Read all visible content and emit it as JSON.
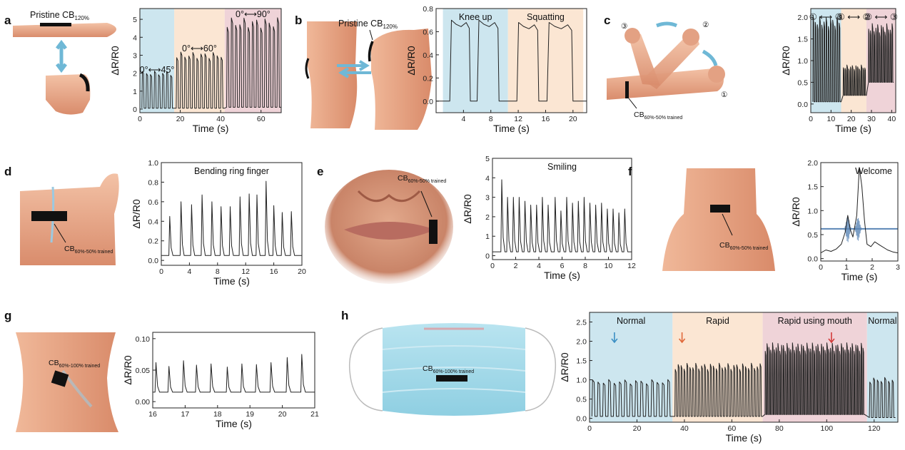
{
  "figure": {
    "panels": [
      {
        "letter": "a",
        "sensor_label": "Pristine CB",
        "sensor_sub": "120%"
      },
      {
        "letter": "b",
        "sensor_label": "Pristine CB",
        "sensor_sub": "120%"
      },
      {
        "letter": "c",
        "sensor_label": "CB",
        "sensor_sub": "60%-50% trained",
        "positions": [
          "③",
          "②",
          "①"
        ]
      },
      {
        "letter": "d",
        "sensor_label": "CB",
        "sensor_sub": "60%-50% trained"
      },
      {
        "letter": "e",
        "sensor_label": "CB",
        "sensor_sub": "60%-50% trained"
      },
      {
        "letter": "f",
        "sensor_label": "CB",
        "sensor_sub": "60%-50% trained"
      },
      {
        "letter": "g",
        "sensor_label": "CB",
        "sensor_sub": "60%-100% trained"
      },
      {
        "letter": "h",
        "sensor_label": "CB",
        "sensor_sub": "60%-100% trained"
      }
    ],
    "colors": {
      "blue": "#cde6ef",
      "orange": "#fbe6d3",
      "pink": "#efd3d8",
      "line": "#222222",
      "wave": "#5b86b5",
      "skin": "#e8a88a",
      "mask": "#a9dcea",
      "arrow_blue": "#3b8fc4",
      "arrow_orange": "#e0683a",
      "arrow_red": "#d33a3a"
    }
  },
  "chart_data": [
    {
      "id": "a",
      "type": "line",
      "xlabel": "Time (s)",
      "ylabel": "ΔR/R0",
      "xlim": [
        0,
        70
      ],
      "ylim": [
        -0.2,
        5.6
      ],
      "xticks": [
        0,
        20,
        40,
        60
      ],
      "yticks": [
        0,
        1,
        2,
        3,
        4,
        5
      ],
      "regions": [
        {
          "x0": 0,
          "x1": 17,
          "color": "blue",
          "label": "0°⟷45°"
        },
        {
          "x0": 17,
          "x1": 42,
          "color": "orange",
          "label": "0°⟷60°"
        },
        {
          "x0": 42,
          "x1": 70,
          "color": "pink",
          "label": "0°⟷90°"
        }
      ],
      "signal": {
        "kind": "pulses",
        "segments": [
          {
            "x0": 1,
            "x1": 17,
            "n": 8,
            "peak": 2.0,
            "base": 0.05
          },
          {
            "x0": 18,
            "x1": 42,
            "n": 12,
            "peak": 3.0,
            "base": 0.05
          },
          {
            "x0": 43,
            "x1": 70,
            "n": 13,
            "peak": 4.8,
            "base": 0.1
          }
        ]
      }
    },
    {
      "id": "b",
      "type": "line",
      "xlabel": "Time (s)",
      "ylabel": "ΔR/R0",
      "xlim": [
        0,
        22
      ],
      "ylim": [
        -0.1,
        0.8
      ],
      "xticks": [
        4,
        8,
        12,
        16,
        20
      ],
      "yticks": [
        0.0,
        0.2,
        0.4,
        0.6,
        0.8
      ],
      "regions": [
        {
          "x0": 1,
          "x1": 10.5,
          "color": "blue",
          "label": "Knee up"
        },
        {
          "x0": 10.5,
          "x1": 21.5,
          "color": "orange",
          "label": "Squatting"
        }
      ],
      "signal": {
        "kind": "plateaus",
        "base": 0.0,
        "events": [
          {
            "x0": 2,
            "x1": 5,
            "peak": 0.7
          },
          {
            "x0": 6,
            "x1": 9.2,
            "peak": 0.7
          },
          {
            "x0": 11.8,
            "x1": 15,
            "peak": 0.68
          },
          {
            "x0": 16.2,
            "x1": 20,
            "peak": 0.68
          }
        ]
      }
    },
    {
      "id": "c",
      "type": "line",
      "xlabel": "Time (s)",
      "ylabel": "ΔR/R0",
      "xlim": [
        0,
        42
      ],
      "ylim": [
        -0.2,
        2.2
      ],
      "xticks": [
        0,
        10,
        20,
        30,
        40
      ],
      "yticks": [
        0.0,
        0.5,
        1.0,
        1.5,
        2.0
      ],
      "regions": [
        {
          "x0": 0,
          "x1": 15,
          "color": "blue",
          "label": "① ⟷ ③"
        },
        {
          "x0": 15,
          "x1": 27.5,
          "color": "orange",
          "label": "① ⟷ ②"
        },
        {
          "x0": 27.5,
          "x1": 42,
          "color": "pink",
          "label": "② ⟷ ③"
        }
      ],
      "signal": {
        "kind": "pulses",
        "segments": [
          {
            "x0": 1,
            "x1": 15,
            "n": 13,
            "peak": 1.9,
            "base": 0.05
          },
          {
            "x0": 16,
            "x1": 27.5,
            "n": 13,
            "peak": 0.85,
            "base": 0.2
          },
          {
            "x0": 28.5,
            "x1": 41,
            "n": 14,
            "peak": 1.75,
            "base": 0.5
          }
        ]
      }
    },
    {
      "id": "d",
      "type": "line",
      "title": "Bending ring finger",
      "xlabel": "Time (s)",
      "ylabel": "ΔR/R0",
      "xlim": [
        0,
        20
      ],
      "ylim": [
        -0.05,
        1.0
      ],
      "xticks": [
        0,
        4,
        8,
        12,
        16,
        20
      ],
      "yticks": [
        0.0,
        0.2,
        0.4,
        0.6,
        0.8,
        1.0
      ],
      "signal": {
        "kind": "peaks",
        "base": 0.05,
        "peaks": [
          [
            1.2,
            0.45
          ],
          [
            2.8,
            0.6
          ],
          [
            4.3,
            0.57
          ],
          [
            5.8,
            0.67
          ],
          [
            7.2,
            0.6
          ],
          [
            8.5,
            0.55
          ],
          [
            9.8,
            0.55
          ],
          [
            11.2,
            0.65
          ],
          [
            12.5,
            0.68
          ],
          [
            13.6,
            0.67
          ],
          [
            14.9,
            0.81
          ],
          [
            16.0,
            0.56
          ],
          [
            17.2,
            0.49
          ],
          [
            18.5,
            0.5
          ]
        ]
      }
    },
    {
      "id": "e",
      "type": "line",
      "title": "Smiling",
      "xlabel": "Time (s)",
      "ylabel": "ΔR/R0",
      "xlim": [
        0,
        12
      ],
      "ylim": [
        -0.2,
        5
      ],
      "xticks": [
        0,
        2,
        4,
        6,
        8,
        10,
        12
      ],
      "yticks": [
        0,
        1,
        2,
        3,
        4,
        5
      ],
      "signal": {
        "kind": "peaks",
        "base": 0.2,
        "peaks": [
          [
            0.8,
            3.9
          ],
          [
            1.3,
            3.0
          ],
          [
            1.8,
            3.0
          ],
          [
            2.3,
            3.0
          ],
          [
            2.8,
            2.8
          ],
          [
            3.3,
            2.6
          ],
          [
            3.8,
            2.6
          ],
          [
            4.3,
            3.0
          ],
          [
            4.8,
            2.6
          ],
          [
            5.4,
            3.0
          ],
          [
            5.9,
            2.3
          ],
          [
            6.4,
            3.0
          ],
          [
            6.9,
            2.7
          ],
          [
            7.4,
            2.8
          ],
          [
            7.9,
            3.0
          ],
          [
            8.4,
            2.7
          ],
          [
            8.9,
            2.6
          ],
          [
            9.4,
            2.7
          ],
          [
            9.9,
            2.4
          ],
          [
            10.4,
            2.4
          ],
          [
            10.9,
            2.2
          ],
          [
            11.4,
            2.4
          ]
        ]
      }
    },
    {
      "id": "f",
      "type": "line",
      "title": "Welcome",
      "xlabel": "Time (s)",
      "ylabel": "ΔR/R0",
      "xlim": [
        0,
        3
      ],
      "ylim": [
        -0.05,
        2.0
      ],
      "xticks": [
        0,
        1,
        2,
        3
      ],
      "yticks": [
        0.0,
        0.5,
        1.0,
        1.5,
        2.0
      ],
      "audio_waveform": {
        "center": 0.62,
        "bursts": [
          [
            1.05,
            0.28
          ],
          [
            1.45,
            0.25
          ]
        ]
      },
      "signal": {
        "kind": "custom",
        "points": [
          [
            0.0,
            0.12
          ],
          [
            0.2,
            0.18
          ],
          [
            0.4,
            0.15
          ],
          [
            0.6,
            0.2
          ],
          [
            0.8,
            0.3
          ],
          [
            0.95,
            0.55
          ],
          [
            1.05,
            0.9
          ],
          [
            1.15,
            0.6
          ],
          [
            1.25,
            0.45
          ],
          [
            1.4,
            0.9
          ],
          [
            1.5,
            1.9
          ],
          [
            1.6,
            1.5
          ],
          [
            1.7,
            0.8
          ],
          [
            1.8,
            0.3
          ],
          [
            1.95,
            0.25
          ],
          [
            2.1,
            0.35
          ],
          [
            2.3,
            0.28
          ],
          [
            2.6,
            0.18
          ],
          [
            2.8,
            0.14
          ],
          [
            3.0,
            0.12
          ]
        ]
      }
    },
    {
      "id": "g",
      "type": "line",
      "xlabel": "Time (s)",
      "ylabel": "ΔR/R0",
      "xlim": [
        16,
        21
      ],
      "ylim": [
        -0.01,
        0.11
      ],
      "xticks": [
        16,
        17,
        18,
        19,
        20,
        21
      ],
      "yticks": [
        0.0,
        0.05,
        0.1
      ],
      "yticklabels": [
        "0.00",
        "0.05",
        "0.10"
      ],
      "signal": {
        "kind": "peaks",
        "base": 0.015,
        "peaks": [
          [
            16.1,
            0.062
          ],
          [
            16.5,
            0.056
          ],
          [
            16.95,
            0.065
          ],
          [
            17.35,
            0.058
          ],
          [
            17.8,
            0.06
          ],
          [
            18.3,
            0.055
          ],
          [
            18.75,
            0.06
          ],
          [
            19.2,
            0.059
          ],
          [
            19.65,
            0.062
          ],
          [
            20.15,
            0.07
          ],
          [
            20.6,
            0.075
          ]
        ]
      }
    },
    {
      "id": "h",
      "type": "line",
      "xlabel": "Time (s)",
      "ylabel": "ΔR/R0",
      "xlim": [
        0,
        130
      ],
      "ylim": [
        -0.1,
        2.75
      ],
      "xticks": [
        0,
        20,
        40,
        60,
        80,
        100,
        120
      ],
      "yticks": [
        0.0,
        0.5,
        1.0,
        1.5,
        2.0,
        2.5
      ],
      "regions": [
        {
          "x0": 0,
          "x1": 35,
          "color": "blue",
          "label": "Normal"
        },
        {
          "x0": 35,
          "x1": 73,
          "color": "orange",
          "label": "Rapid"
        },
        {
          "x0": 73,
          "x1": 117,
          "color": "pink",
          "label": "Rapid using mouth"
        },
        {
          "x0": 117,
          "x1": 130,
          "color": "blue",
          "label": "Normal"
        }
      ],
      "arrows": [
        {
          "x": 10.5,
          "color": "arrow_blue"
        },
        {
          "x": 39,
          "color": "arrow_orange"
        },
        {
          "x": 102,
          "color": "arrow_red"
        }
      ],
      "signal": {
        "kind": "pulses",
        "segments": [
          {
            "x0": 1,
            "x1": 35,
            "n": 15,
            "peak": 0.95,
            "base": 0.05
          },
          {
            "x0": 36,
            "x1": 73,
            "n": 30,
            "peak": 1.35,
            "base": 0.05
          },
          {
            "x0": 74,
            "x1": 116,
            "n": 55,
            "peak": 1.85,
            "base": 0.1
          },
          {
            "x0": 118,
            "x1": 129,
            "n": 7,
            "peak": 1.0,
            "base": 0.02
          }
        ]
      }
    }
  ]
}
